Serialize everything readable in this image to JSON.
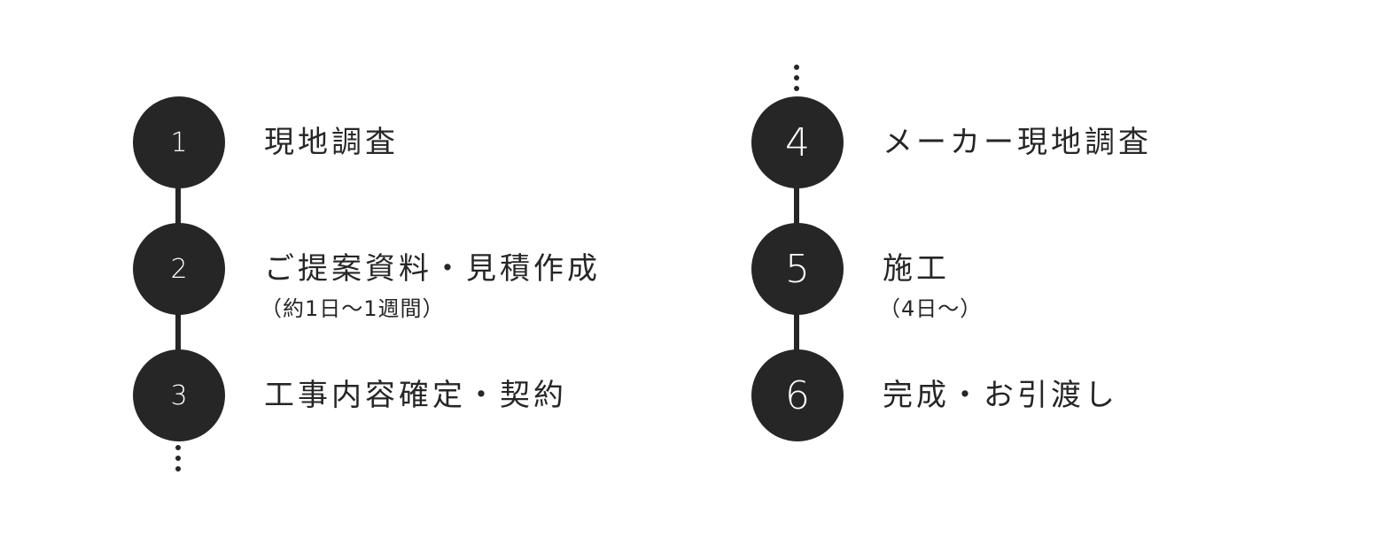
{
  "left_column": {
    "steps": [
      {
        "number": "1",
        "title": "現地調査",
        "note": ""
      },
      {
        "number": "2",
        "title": "ご提案資料・見積作成",
        "note": "（約1日～1週間）"
      },
      {
        "number": "3",
        "title": "工事内容確定・契約",
        "note": ""
      }
    ]
  },
  "right_column": {
    "steps": [
      {
        "number": "4",
        "title": "メーカー現地調査",
        "note": ""
      },
      {
        "number": "5",
        "title": "施工",
        "note": "（4日～）"
      },
      {
        "number": "6",
        "title": "完成・お引渡し",
        "note": ""
      }
    ]
  },
  "colors": {
    "circle": "#262626",
    "number": "#ffffff",
    "text": "#262626",
    "background": "#ffffff"
  }
}
